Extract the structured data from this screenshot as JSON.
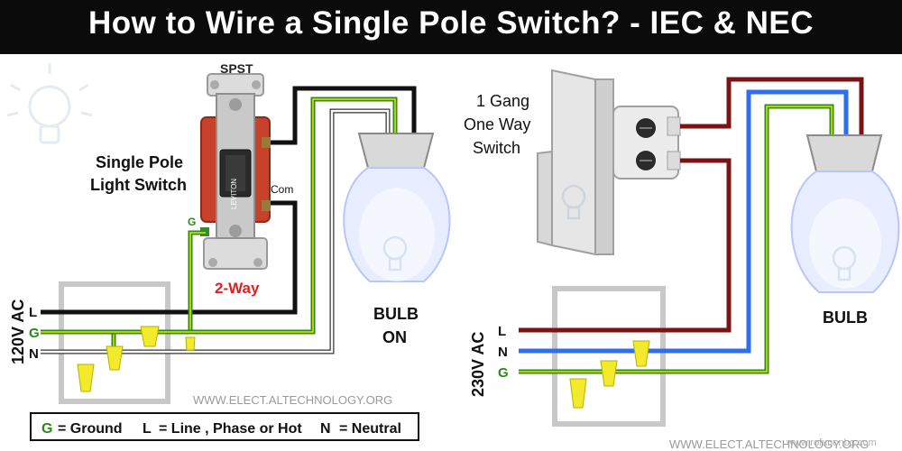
{
  "header": {
    "title": "How to Wire a Single Pole Switch? - IEC & NEC"
  },
  "left": {
    "spst": "SPST",
    "switch_label_1": "Single Pole",
    "switch_label_2": "Light Switch",
    "com": "Com",
    "g_terminal": "G",
    "two_way": "2-Way",
    "voltage": "120V AC",
    "line_l": "L",
    "line_g": "G",
    "line_n": "N",
    "bulb_1": "BULB",
    "bulb_2": "ON",
    "plate_brand": "LEVITON",
    "watermark": "WWW.ELECT.ALTECHNOLOGY.ORG"
  },
  "right": {
    "switch_label_1": "1 Gang",
    "switch_label_2": "One Way",
    "switch_label_3": "Switch",
    "voltage": "230V AC",
    "line_l": "L",
    "line_n": "N",
    "line_g": "G",
    "bulb": "BULB",
    "watermark": "WWW.ELECT.ALTECHNOLOGY.ORG",
    "watermark_overlay": "www.rofunonbg.com"
  },
  "legend": {
    "g_key": "G",
    "g_text": "= Ground",
    "l_key": "L",
    "l_text": "= Line , Phase or Hot",
    "n_key": "N",
    "n_text": "= Neutral"
  },
  "colors": {
    "title_bg": "#0b0b0b",
    "hot_black": "#111111",
    "ground_green": "#2a8a1a",
    "ground_yellow": "#e6e600",
    "wire_nut_yellow": "#f2ea2a",
    "iec_live_brown": "#7a1414",
    "iec_neutral_blue": "#2f6ef0",
    "switch_red": "#c8412a",
    "two_way_red": "#e0201e"
  }
}
